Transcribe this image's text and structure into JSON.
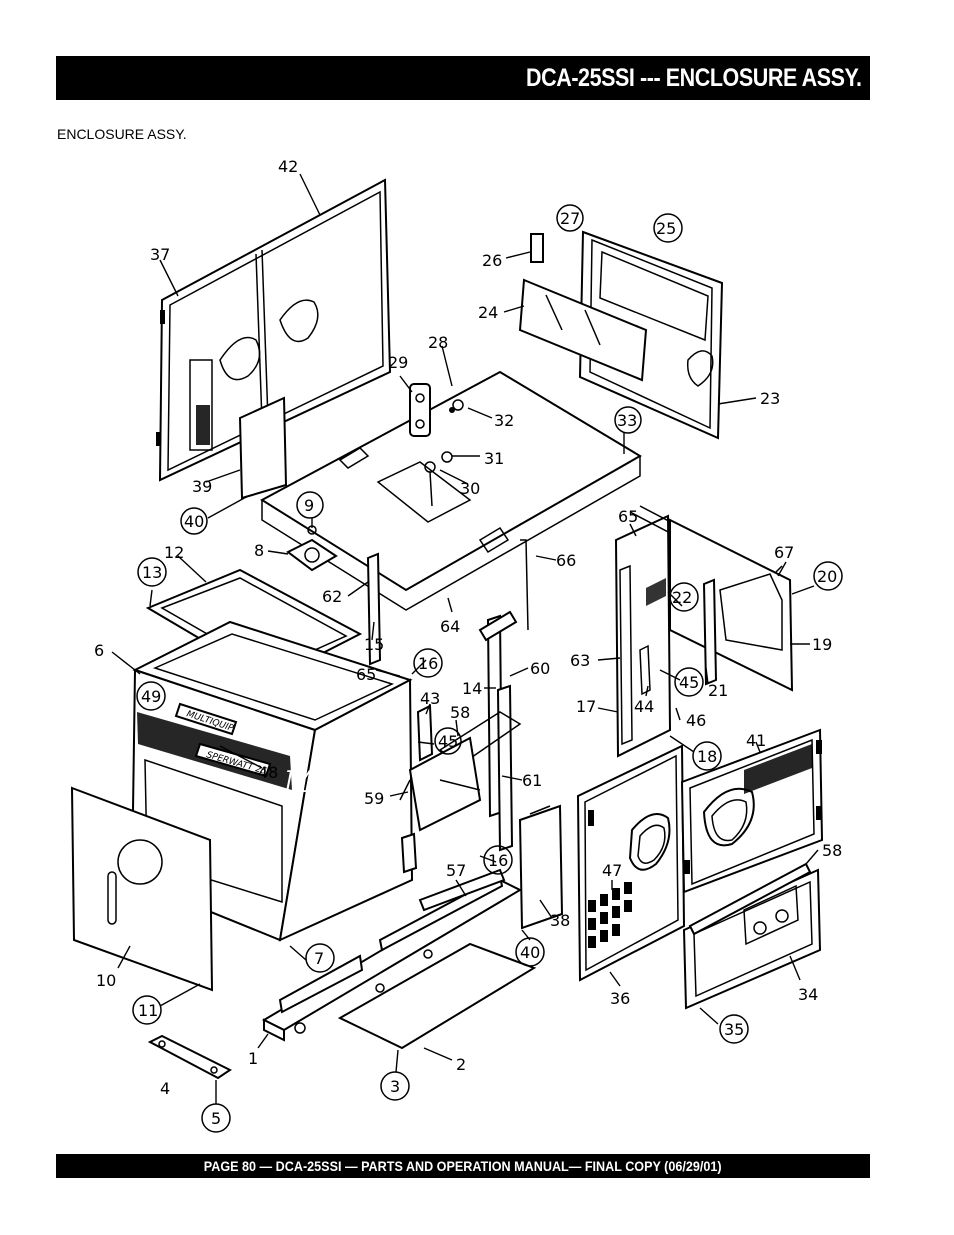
{
  "header": {
    "title": "DCA-25SSI --- ENCLOSURE ASSY."
  },
  "section_label": "ENCLOSURE ASSY.",
  "footer": {
    "text": "PAGE 80 — DCA-25SSI — PARTS AND OPERATION  MANUAL— FINAL COPY  (06/29/01)"
  },
  "diagram": {
    "labels": {
      "p42": "42",
      "p37": "37",
      "p27": "27",
      "p26": "26",
      "p25": "25",
      "p24": "24",
      "p28": "28",
      "p29": "29",
      "p32": "32",
      "p31": "31",
      "p30": "30",
      "p33": "33",
      "p23": "23",
      "p39": "39",
      "p40a": "40",
      "p9": "9",
      "p8": "8",
      "p12": "12",
      "p13": "13",
      "p62": "62",
      "p64": "64",
      "p66": "66",
      "p65a": "65",
      "p67": "67",
      "p20": "20",
      "p22": "22",
      "p19": "19",
      "p6": "6",
      "p15": "15",
      "p16a": "16",
      "p65b": "65",
      "p63": "63",
      "p21": "21",
      "p45a": "45",
      "p49": "49",
      "p43": "43",
      "p14": "14",
      "p60": "60",
      "p17": "17",
      "p44": "44",
      "p46": "46",
      "p58a": "58",
      "p45b": "45",
      "p18": "18",
      "p48": "48",
      "p41": "41",
      "p59": "59",
      "p61": "61",
      "p58b": "58",
      "p47": "47",
      "p16b": "16",
      "p57": "57",
      "p38": "38",
      "p10": "10",
      "p7": "7",
      "p40b": "40",
      "p34": "34",
      "p36": "36",
      "p11": "11",
      "p35": "35",
      "p1": "1",
      "p2": "2",
      "p4": "4",
      "p3": "3",
      "p5": "5"
    },
    "decals": {
      "brand": "MULTIQUIP",
      "model": "SPERWATT 25",
      "logo": "Mo"
    }
  }
}
